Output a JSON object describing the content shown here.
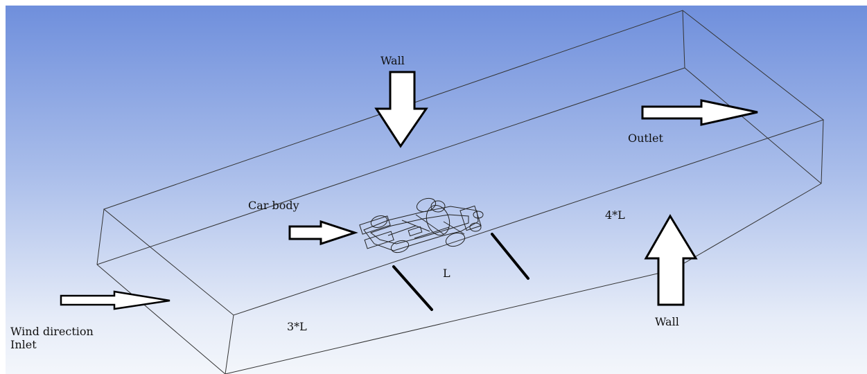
{
  "labels": {
    "wall_top": "Wall",
    "wall_bottom": "Wall",
    "outlet": "Outlet",
    "car_body": "Car body",
    "length_4l": "4*L",
    "length_l": "L",
    "length_3l": "3*L",
    "wind_direction": "Wind direction",
    "inlet": "Inlet"
  },
  "colors": {
    "background_top": "#6f8fdc",
    "background_bottom": "#f3f6fb",
    "edge": "#333333",
    "arrow_fill": "#ffffff",
    "arrow_stroke": "#000000"
  }
}
